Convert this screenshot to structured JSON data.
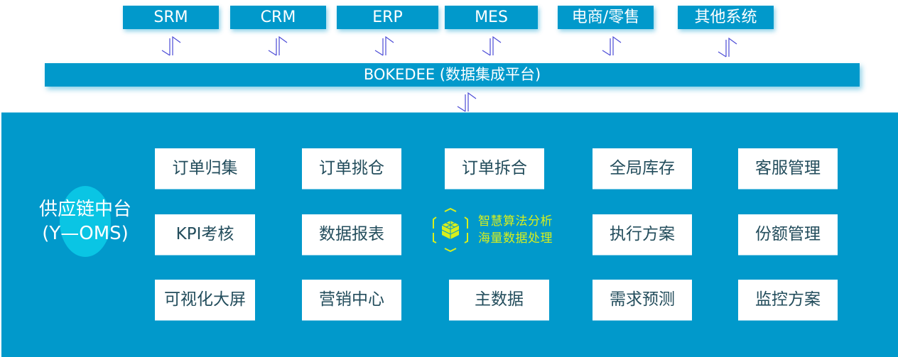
{
  "external_systems": [
    {
      "label": "SRM"
    },
    {
      "label": "CRM"
    },
    {
      "label": "ERP"
    },
    {
      "label": "MES"
    },
    {
      "label": "电商/零售"
    },
    {
      "label": "其他系统"
    }
  ],
  "connector_icon": "bidirectional-arrow-icon",
  "integration_platform": {
    "label": "BOKEDEE (数据集成平台)"
  },
  "core": {
    "line1": "供应链中台",
    "line2": "(Y—OMS)"
  },
  "modules": [
    {
      "label": "订单归集"
    },
    {
      "label": "订单挑仓"
    },
    {
      "label": "订单拆合"
    },
    {
      "label": "全局库存"
    },
    {
      "label": "客服管理"
    },
    {
      "label": "KPI考核"
    },
    {
      "label": "数据报表"
    },
    {
      "label": "执行方案"
    },
    {
      "label": "份额管理"
    },
    {
      "label": "可视化大屏"
    },
    {
      "label": "营销中心"
    },
    {
      "label": "主数据"
    },
    {
      "label": "需求预测"
    },
    {
      "label": "监控方案"
    }
  ],
  "algorithm": {
    "icon": "cube-hexagon-icon",
    "line1": "智慧算法分析",
    "line2": "海量数据处理"
  },
  "colors": {
    "primary": "#0199cb",
    "accent": "#d8ef1c",
    "circle": "#0ac5e4",
    "module_text": "#234d5c"
  }
}
